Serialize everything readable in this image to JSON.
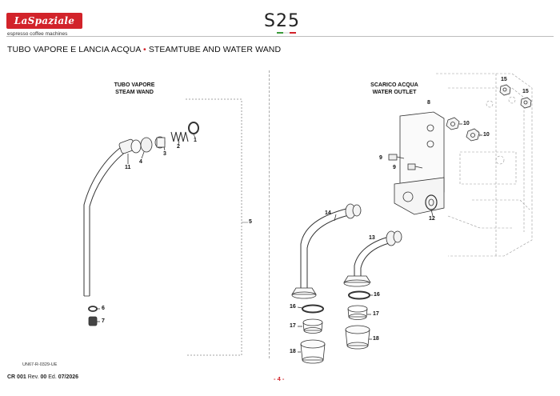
{
  "header": {
    "logo_text": "LaSpaziale",
    "logo_subtitle": "espresso coffee machines",
    "model": "S25",
    "flag_colors": [
      "#3a9a3a",
      "#ffffff",
      "#d2232a"
    ]
  },
  "title": {
    "left": "TUBO VAPORE E LANCIA ACQUA",
    "separator": "•",
    "right": "STEAMTUBE AND WATER WAND"
  },
  "captions": {
    "steam_it": "TUBO VAPORE",
    "steam_en": "STEAM WAND",
    "water_it": "SCARICO ACQUA",
    "water_en": "WATER OUTLET"
  },
  "part_numbers": {
    "p1": "1",
    "p2": "2",
    "p3": "3",
    "p4": "4",
    "p5": "5",
    "p6": "6",
    "p7": "7",
    "p8": "8",
    "p9a": "9",
    "p9b": "9",
    "p10a": "10",
    "p10b": "10",
    "p11": "11",
    "p12": "12",
    "p13": "13",
    "p14": "14",
    "p15a": "15",
    "p15b": "15",
    "p16a": "16",
    "p16b": "16",
    "p17a": "17",
    "p17b": "17",
    "p18a": "18",
    "p18b": "18"
  },
  "footer": {
    "doc_code": "UN67-R-0329-UE",
    "cr": "CR 001",
    "rev_label": "Rev.",
    "rev": "00",
    "ed_label": "Ed.",
    "ed": "07/2026",
    "page": "- 4 -"
  },
  "colors": {
    "accent": "#d2232a",
    "line": "#333333"
  }
}
